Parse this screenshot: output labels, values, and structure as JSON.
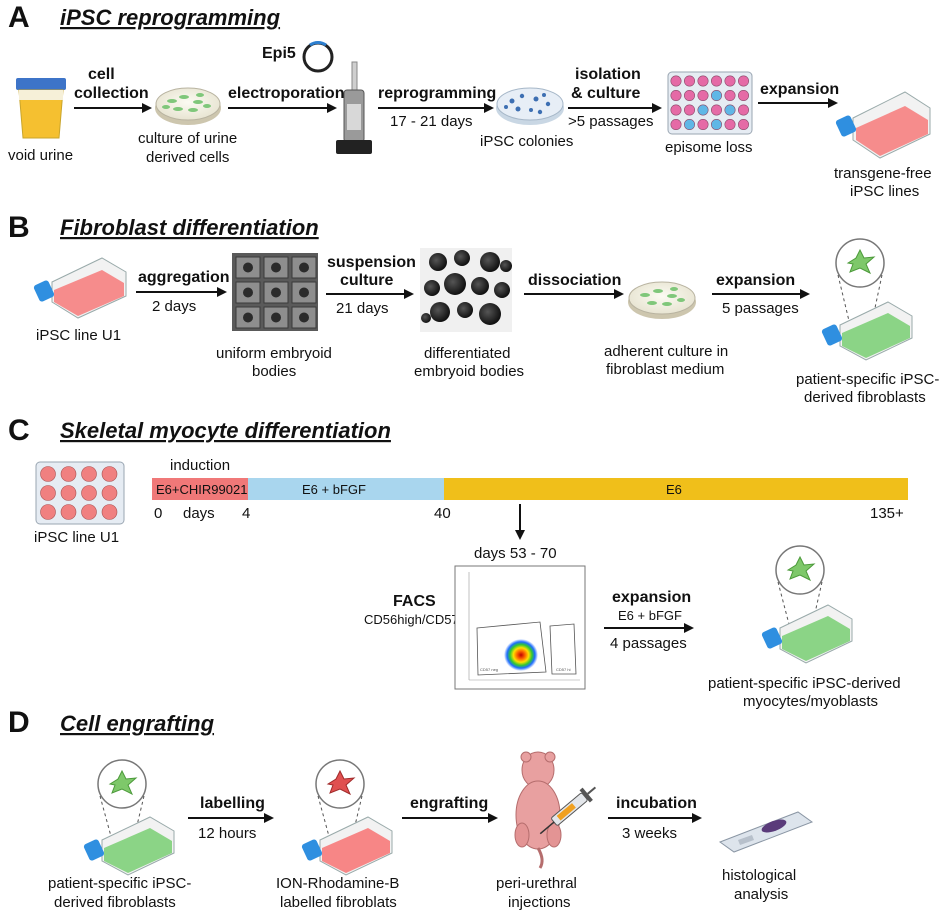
{
  "panels": {
    "a": {
      "letter": "A",
      "title": "iPSC reprogramming"
    },
    "b": {
      "letter": "B",
      "title": "Fibroblast differentiation"
    },
    "c": {
      "letter": "C",
      "title": "Skeletal myocyte differentiation"
    },
    "d": {
      "letter": "D",
      "title": "Cell engrafting"
    }
  },
  "a": {
    "void_urine": "void urine",
    "cell": "cell",
    "collection": "collection",
    "culture1": "culture of urine",
    "culture2": "derived cells",
    "electroporation": "electroporation",
    "epi5": "Epi5",
    "reprogramming": "reprogramming",
    "days": "17 - 21 days",
    "ipsc_colonies": "iPSC colonies",
    "isolation": "isolation",
    "and_culture": "& culture",
    "passages": ">5 passages",
    "episome_loss": "episome loss",
    "expansion": "expansion",
    "transgene1": "transgene-free",
    "transgene2": "iPSC lines"
  },
  "b": {
    "ipsc_line": "iPSC line U1",
    "aggregation": "aggregation",
    "agg_days": "2 days",
    "uniform1": "uniform embryoid",
    "uniform2": "bodies",
    "suspension": "suspension",
    "culture": "culture",
    "susp_days": "21 days",
    "diff1": "differentiated",
    "diff2": "embryoid bodies",
    "dissociation": "dissociation",
    "adherent1": "adherent culture in",
    "adherent2": "fibroblast medium",
    "expansion": "expansion",
    "passages": "5 passages",
    "patient1": "patient-specific iPSC-",
    "patient2": "derived fibroblasts"
  },
  "c": {
    "induction": "induction",
    "seg1": "E6+CHIR99021",
    "seg2": "E6 + bFGF",
    "seg3": "E6",
    "t0": "0",
    "days": "days",
    "t4": "4",
    "t40": "40",
    "t135": "135+",
    "ipsc_line": "iPSC line U1",
    "days_range": "days 53 - 70",
    "facs": "FACS",
    "facs_markers": "CD56high/CD57",
    "gate1": "CD57 neg",
    "gate2": "CD57 hi",
    "expansion": "expansion",
    "exp_medium": "E6 + bFGF",
    "exp_passages": "4 passages",
    "patient1": "patient-specific iPSC-derived",
    "patient2": "myocytes/myoblasts",
    "colors": {
      "seg1": "#f07878",
      "seg2": "#a9d6ee",
      "seg3": "#f0bf1a"
    }
  },
  "d": {
    "patient1": "patient-specific iPSC-",
    "patient2": "derived fibroblasts",
    "labelling": "labelling",
    "lab_time": "12 hours",
    "ion1": "ION-Rhodamine-B",
    "ion2": "labelled fibroblats",
    "engrafting": "engrafting",
    "peri1": "peri-urethral",
    "peri2": "injections",
    "incubation": "incubation",
    "inc_time": "3 weeks",
    "hist1": "histological",
    "hist2": "analysis"
  }
}
